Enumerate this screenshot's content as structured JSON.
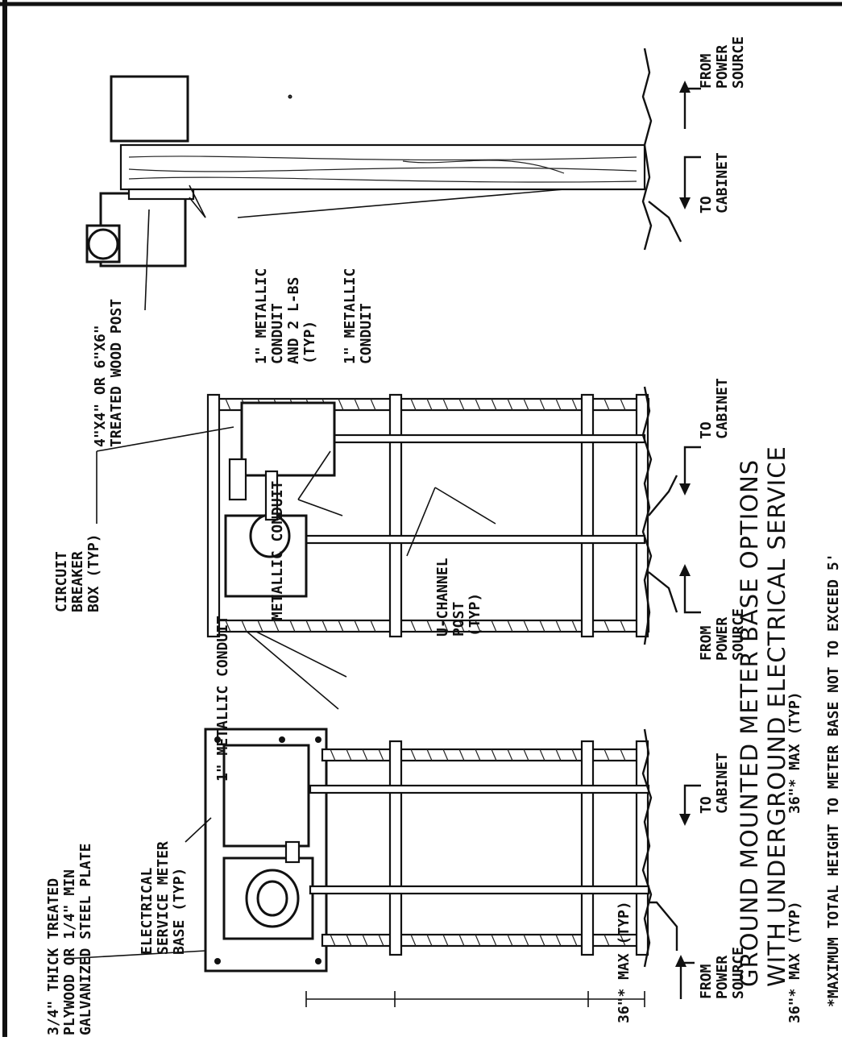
{
  "sheet": {
    "left_assembly": {
      "plate_label": [
        "3/4\" THICK TREATED",
        "PLYWOOD OR 1/4\" MIN",
        "GALVANIZED STEEL PLATE"
      ],
      "meter_base_label": [
        "ELECTRICAL",
        "SERVICE METER",
        "BASE (TYP)"
      ],
      "conduit_label": "1\" METALLIC CONDUIT",
      "dims": [
        "36\"* MAX (TYP)",
        "36\"* MAX (TYP)",
        "36\"* MAX (TYP)"
      ],
      "from_label": [
        "FROM",
        "POWER",
        "SOURCE"
      ],
      "to_label": [
        "TO",
        "CABINET"
      ]
    },
    "middle_assembly": {
      "breaker_label": [
        "CIRCUIT",
        "BREAKER",
        "BOX (TYP)"
      ],
      "conduit_label": "METALLIC CONDUIT",
      "post_label": [
        "U-CHANNEL",
        "POST",
        "(TYP)"
      ],
      "from_label": [
        "FROM",
        "POWER",
        "SOURCE"
      ],
      "to_label": [
        "TO",
        "CABINET"
      ]
    },
    "right_assembly": {
      "post_label": [
        "4\"X4\" OR 6\"X6\"",
        "TREATED WOOD POST"
      ],
      "conduit_lbs_label": [
        "1\" METALLIC",
        "CONDUIT",
        "AND 2 L-BS",
        "(TYP)"
      ],
      "conduit_label": [
        "1\" METALLIC",
        "CONDUIT"
      ],
      "from_label": [
        "FROM",
        "POWER",
        "SOURCE"
      ],
      "to_label": [
        "TO",
        "CABINET"
      ]
    },
    "title_lines": [
      "GROUND MOUNTED METER BASE OPTIONS",
      "WITH UNDERGROUND ELECTRICAL SERVICE"
    ],
    "footnote": "*MAXIMUM TOTAL HEIGHT TO METER BASE NOT TO EXCEED 5'"
  }
}
